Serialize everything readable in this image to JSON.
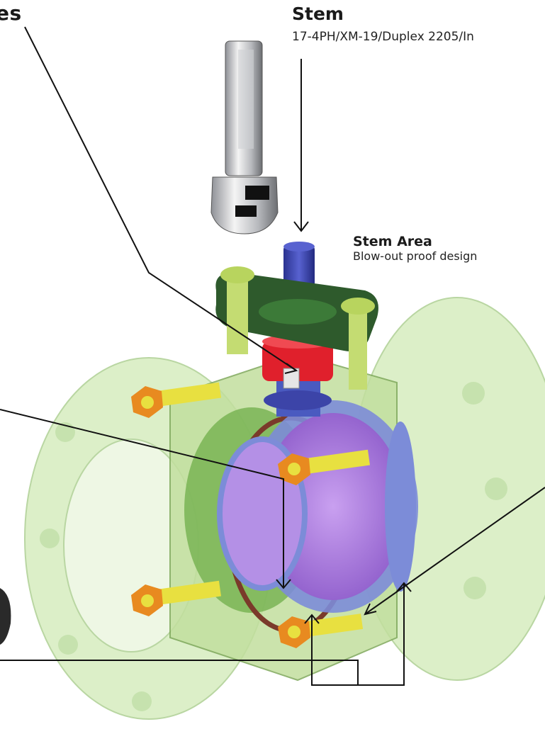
{
  "labels": {
    "left_partial_title": "es",
    "stem_title": "Stem",
    "stem_materials": "17-4PH/XM-19/Duplex 2205/In",
    "stem_area_title": "Stem Area",
    "stem_area_desc": "Blow-out proof design"
  },
  "colors": {
    "flange": "#dcefc8",
    "body_green": "#6fae4a",
    "ball_purple": "#a070d0",
    "seat_blue": "#7c8cd8",
    "stem_blue": "#3c44a8",
    "gland_dark_green": "#2e5a2c",
    "packing_red": "#e0202c",
    "bolt_yellow": "#e8e040",
    "nut_orange": "#e88a20",
    "gasket_brown": "#7a3a2a",
    "leader_line": "#111111"
  }
}
